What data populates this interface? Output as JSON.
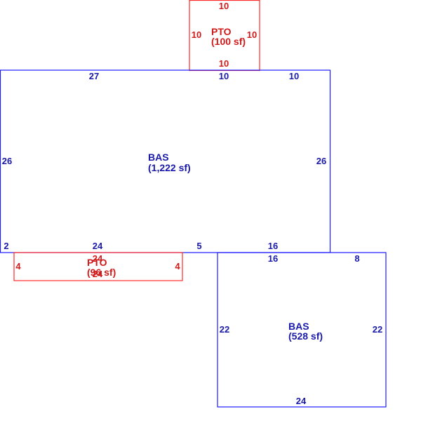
{
  "areas": {
    "pto_top": {
      "name": "PTO",
      "area": "(100 sf)",
      "color": "#ff2a2a",
      "dims": {
        "top": "10",
        "left": "10",
        "right": "10",
        "bottom": "10"
      }
    },
    "bas_main": {
      "name": "BAS",
      "area": "(1,222 sf)",
      "color": "#1a1aff",
      "dims": {
        "top_left": "27",
        "top_mid": "10",
        "top_right": "10",
        "left": "26",
        "right": "26",
        "bottom_far_left": "2",
        "bottom_left": "24",
        "bottom_mid": "5",
        "bottom_right": "16"
      }
    },
    "pto_bottom": {
      "name": "PTO",
      "area": "(96 sf)",
      "color": "#ff2a2a",
      "dims": {
        "top": "24",
        "left": "4",
        "right": "4",
        "bottom": "24"
      }
    },
    "bas_lower": {
      "name": "BAS",
      "area": "(528 sf)",
      "color": "#1a1aff",
      "dims": {
        "top_left": "16",
        "top_right": "8",
        "left": "22",
        "right": "22",
        "bottom": "24"
      }
    }
  }
}
